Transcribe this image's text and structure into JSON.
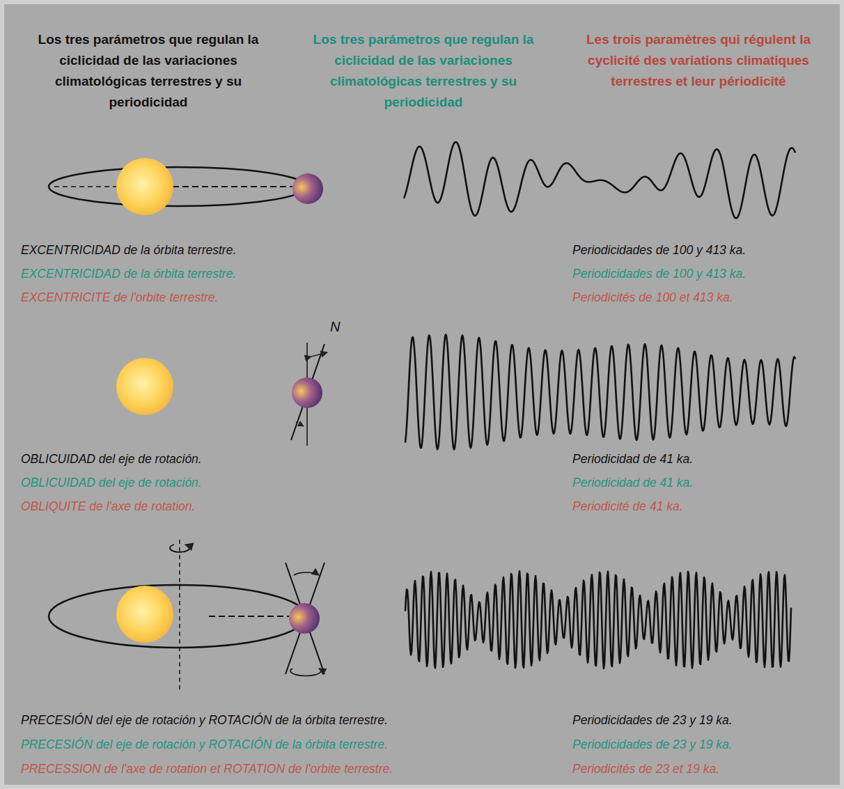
{
  "diagram": {
    "labels": [
      "Los tres parámetros que regulan la ciclicidad de las variaciones climatológicas terrestres y su periodicidad",
      "Los tres parámetros que regulan la ciclicidad de las variaciones climatológicas terrestres y su periodicidad",
      "Les trois paramètres qui régulent la cyclicité des variations climatiques terrestres et leur périodicité",
      "EXCENTRICIDAD de la órbita terrestre.",
      "EXCENTRICIDAD de la órbita terrestre.",
      "EXCENTRICITE de l'orbite terrestre.",
      "Periodicidades de 100 y 413 ka.",
      "Periodicidades de 100 y 413 ka.",
      "Periodicités de 100 et 413 ka.",
      "N",
      "OBLICUIDAD del eje de rotación.",
      "OBLICUIDAD del eje de rotación.",
      "OBLIQUITE de l'axe de rotation.",
      "Periodicidad de 41 ka.",
      "Periodicidad de 41 ka.",
      "Periodicité de 41 ka.",
      "PRECESIÓN del eje de rotación y ROTACIÓN de la órbita terrestre.",
      "PRECESIÓN del eje de rotación y ROTACIÓN de la órbita terrestre.",
      "PRECESSION de l'axe de rotation et ROTATION de l'orbite terrestre.",
      "Periodicidades de 23 y 19 ka.",
      "Periodicidades de 23 y 19 ka.",
      "Periodicités de 23 et 19 ka."
    ]
  }
}
